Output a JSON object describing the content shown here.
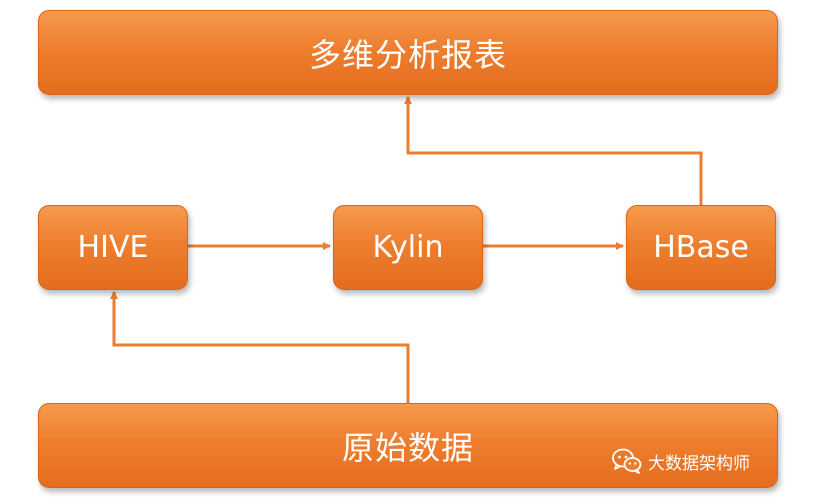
{
  "nodes": {
    "top": {
      "label": "多维分析报表"
    },
    "hive": {
      "label": "HIVE"
    },
    "kylin": {
      "label": "Kylin"
    },
    "hbase": {
      "label": "HBase"
    },
    "bottom": {
      "label": "原始数据"
    }
  },
  "watermark": {
    "text": "大数据架构师",
    "icon": "wechat-icon"
  },
  "colors": {
    "box_fill": "#ee7e2f",
    "arrow": "#ed7d31",
    "text": "#ffffff"
  }
}
